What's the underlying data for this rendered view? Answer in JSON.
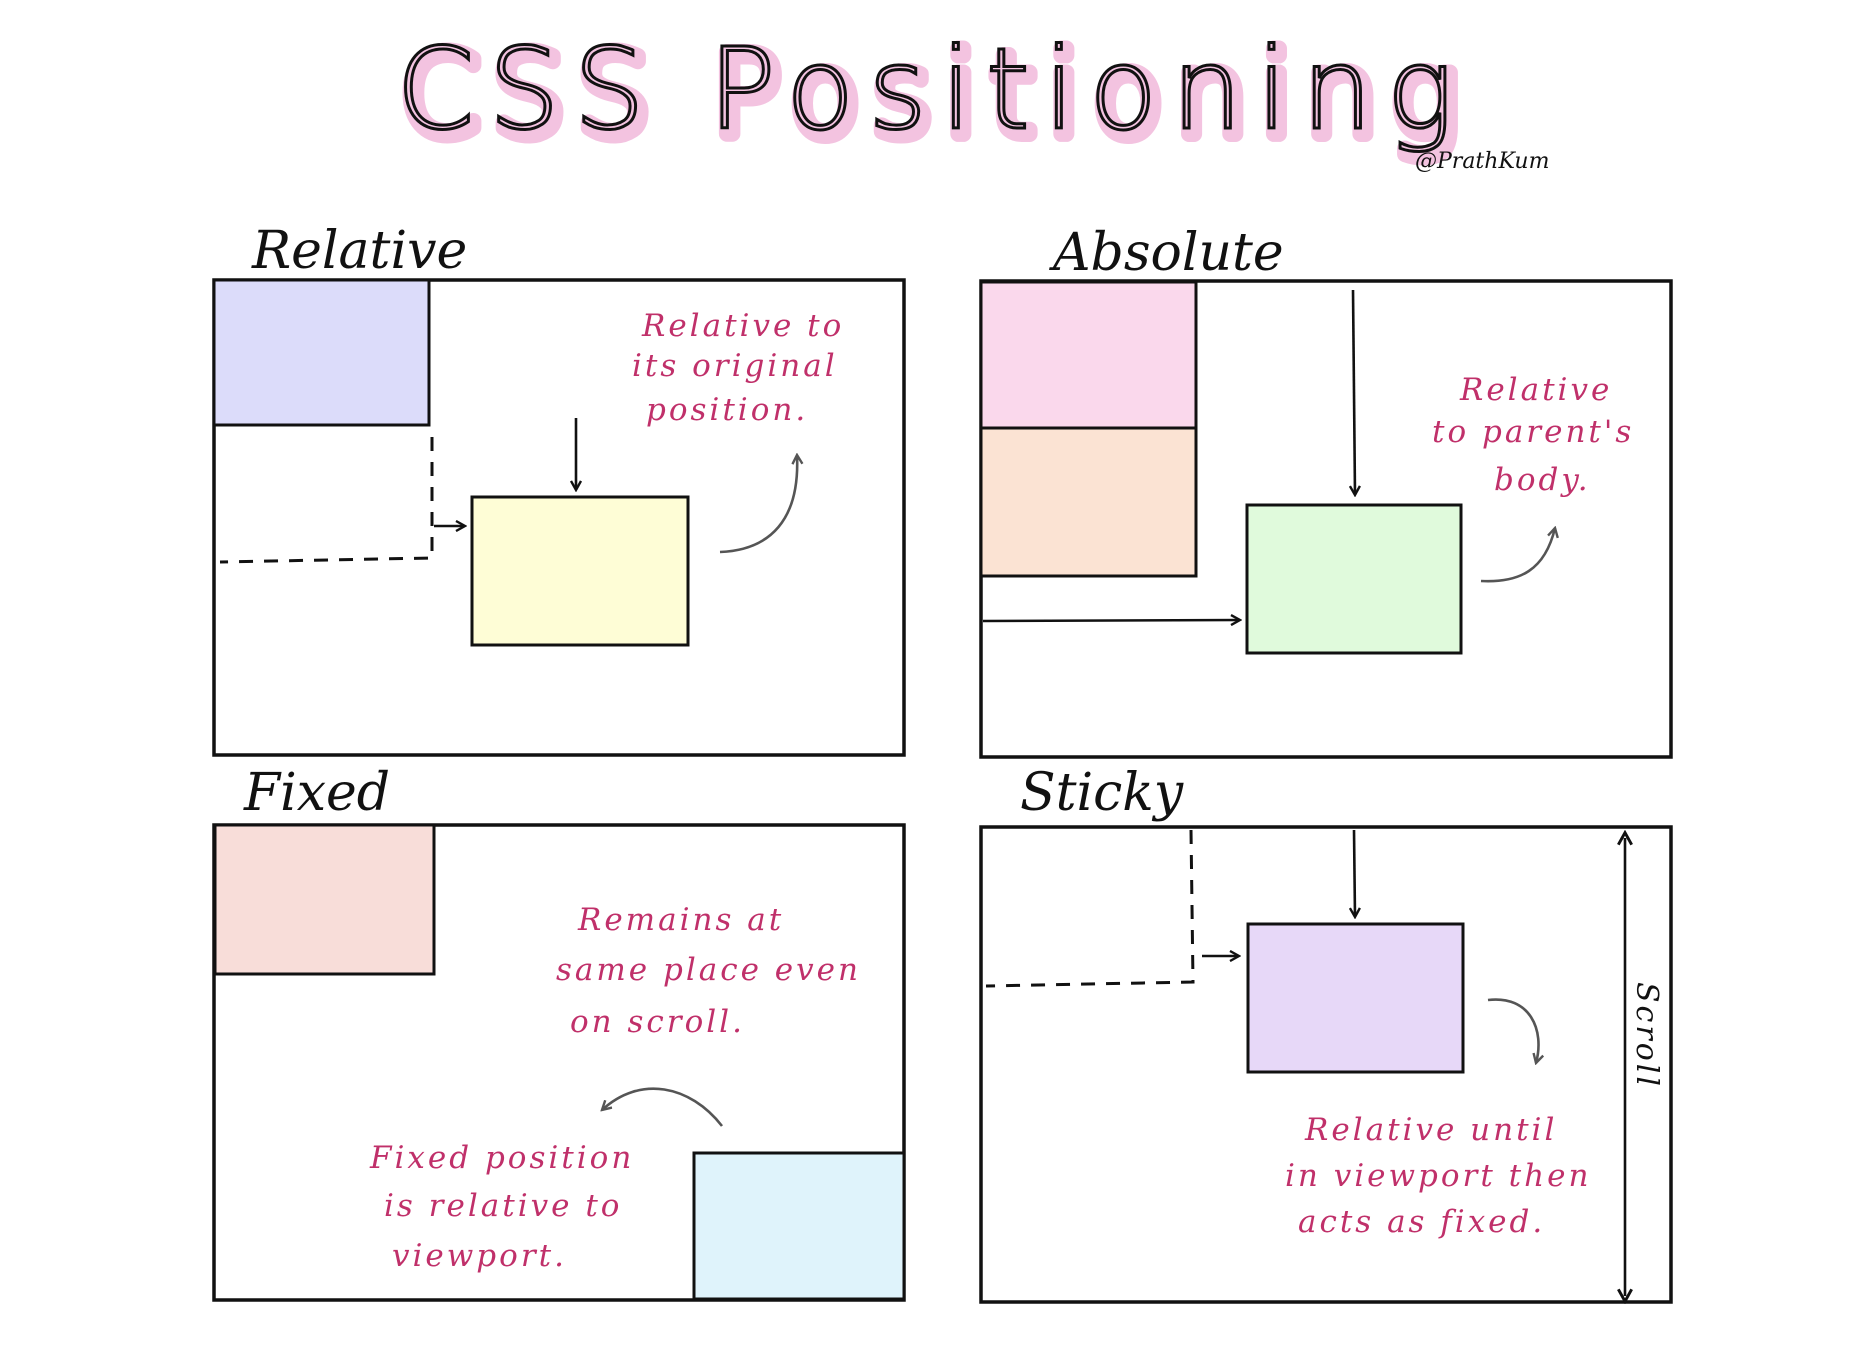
{
  "title": "CSS Positioning",
  "credit": "@PrathKum",
  "colors": {
    "title_pink": "#f3c3e0",
    "note": "#c0306a",
    "relative_static_box": "#dcdcfa",
    "relative_moved_box": "#fefdd6",
    "absolute_box_1": "#fad8ec",
    "absolute_box_2": "#fbe3d3",
    "absolute_target_box": "#e0fadc",
    "fixed_top_box": "#f8ddd9",
    "fixed_bottom_box": "#dff3fb",
    "sticky_box": "#e7d8f8"
  },
  "panels": {
    "relative": {
      "title": "Relative",
      "note": [
        "Relative to",
        "its original",
        "position."
      ]
    },
    "absolute": {
      "title": "Absolute",
      "note": [
        "Relative",
        "to parent's",
        "body."
      ]
    },
    "fixed": {
      "title": "Fixed",
      "note_top": [
        "Remains at",
        "same place even",
        "on scroll."
      ],
      "note_bottom": [
        "Fixed position",
        "is relative to",
        "viewport."
      ]
    },
    "sticky": {
      "title": "Sticky",
      "note": [
        "Relative until",
        "in viewport then",
        "acts as fixed."
      ],
      "scroll_label": "Scroll"
    }
  }
}
